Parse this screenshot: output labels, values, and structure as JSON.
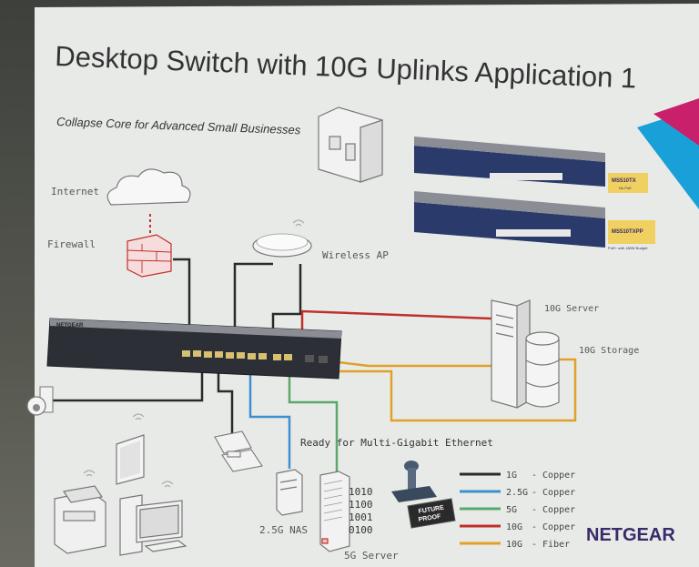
{
  "slide": {
    "title": "Desktop Switch with 10G Uplinks Application 1",
    "subtitle": "Collapse Core for Advanced Small Businesses",
    "brand": "NETGEAR"
  },
  "devices": {
    "internet": "Internet",
    "firewall": "Firewall",
    "wireless_ap": "Wireless AP",
    "server_10g": "10G Server",
    "storage_10g": "10G Storage",
    "nas": "2.5G NAS",
    "server_5g": "5G Server",
    "switch_brand": "NETGEAR",
    "ready_text": "Ready for Multi-Gigabit Ethernet",
    "future_proof_line1": "FUTURE",
    "future_proof_line2": "PROOF",
    "binary": [
      "1010",
      "1100",
      "1001",
      "0100"
    ]
  },
  "products": [
    {
      "model": "MS510TX",
      "note": "No PoE"
    },
    {
      "model": "MS510TXPP",
      "note": "PoE+ with 180W Budget"
    }
  ],
  "legend": [
    {
      "speed": "1G",
      "medium": "Copper",
      "color": "#2a2a2a"
    },
    {
      "speed": "2.5G",
      "medium": "Copper",
      "color": "#3d8fd0"
    },
    {
      "speed": "5G",
      "medium": "Copper",
      "color": "#5aa86a"
    },
    {
      "speed": "10G",
      "medium": "Copper",
      "color": "#c0302a"
    },
    {
      "speed": "10G",
      "medium": "Fiber",
      "color": "#e0a02a"
    }
  ],
  "colors": {
    "slide_bg": "#e6e8e6",
    "accent_magenta": "#c8206a",
    "accent_cyan": "#1aa0d8",
    "brand_purple": "#3a2a6a"
  }
}
